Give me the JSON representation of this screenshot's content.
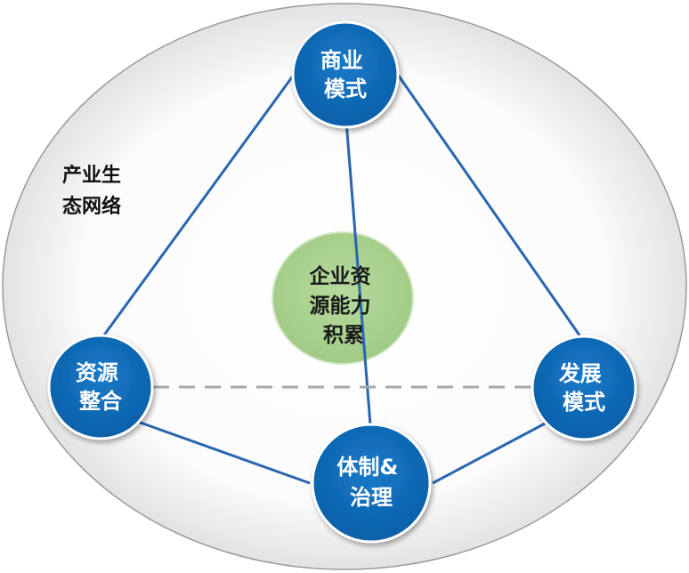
{
  "colors": {
    "node_fill": "#0b6ab8",
    "node_stroke": "#ffffff",
    "edge": "#2a66b0",
    "dashed_edge": "#a8a8a8",
    "center_fill": "#a9d18e",
    "center_stroke": "#c9dfbd",
    "ellipse_fill_outer": "#dcdcdc",
    "ellipse_fill_inner": "#ffffff",
    "ellipse_stroke": "#9a9a9a"
  },
  "ecosystem": {
    "label_line1": "产业生",
    "label_line2": "态网络",
    "icon": "ecosystem-ellipse"
  },
  "center": {
    "line1": "企业资",
    "line2": "源能力",
    "line3": "积累"
  },
  "nodes": {
    "business_model": {
      "line1": "商业",
      "line2": "模式"
    },
    "resource_integration": {
      "line1": "资源",
      "line2": "整合"
    },
    "development_model": {
      "line1": "发展",
      "line2": "模式"
    },
    "system_governance": {
      "line1": "体制&",
      "line2": "治理"
    }
  },
  "edges": [
    {
      "from": "business_model",
      "to": "resource_integration",
      "style": "solid"
    },
    {
      "from": "business_model",
      "to": "development_model",
      "style": "solid"
    },
    {
      "from": "business_model",
      "to": "system_governance",
      "style": "solid"
    },
    {
      "from": "resource_integration",
      "to": "system_governance",
      "style": "solid"
    },
    {
      "from": "development_model",
      "to": "system_governance",
      "style": "solid"
    },
    {
      "from": "resource_integration",
      "to": "development_model",
      "style": "dashed"
    }
  ]
}
